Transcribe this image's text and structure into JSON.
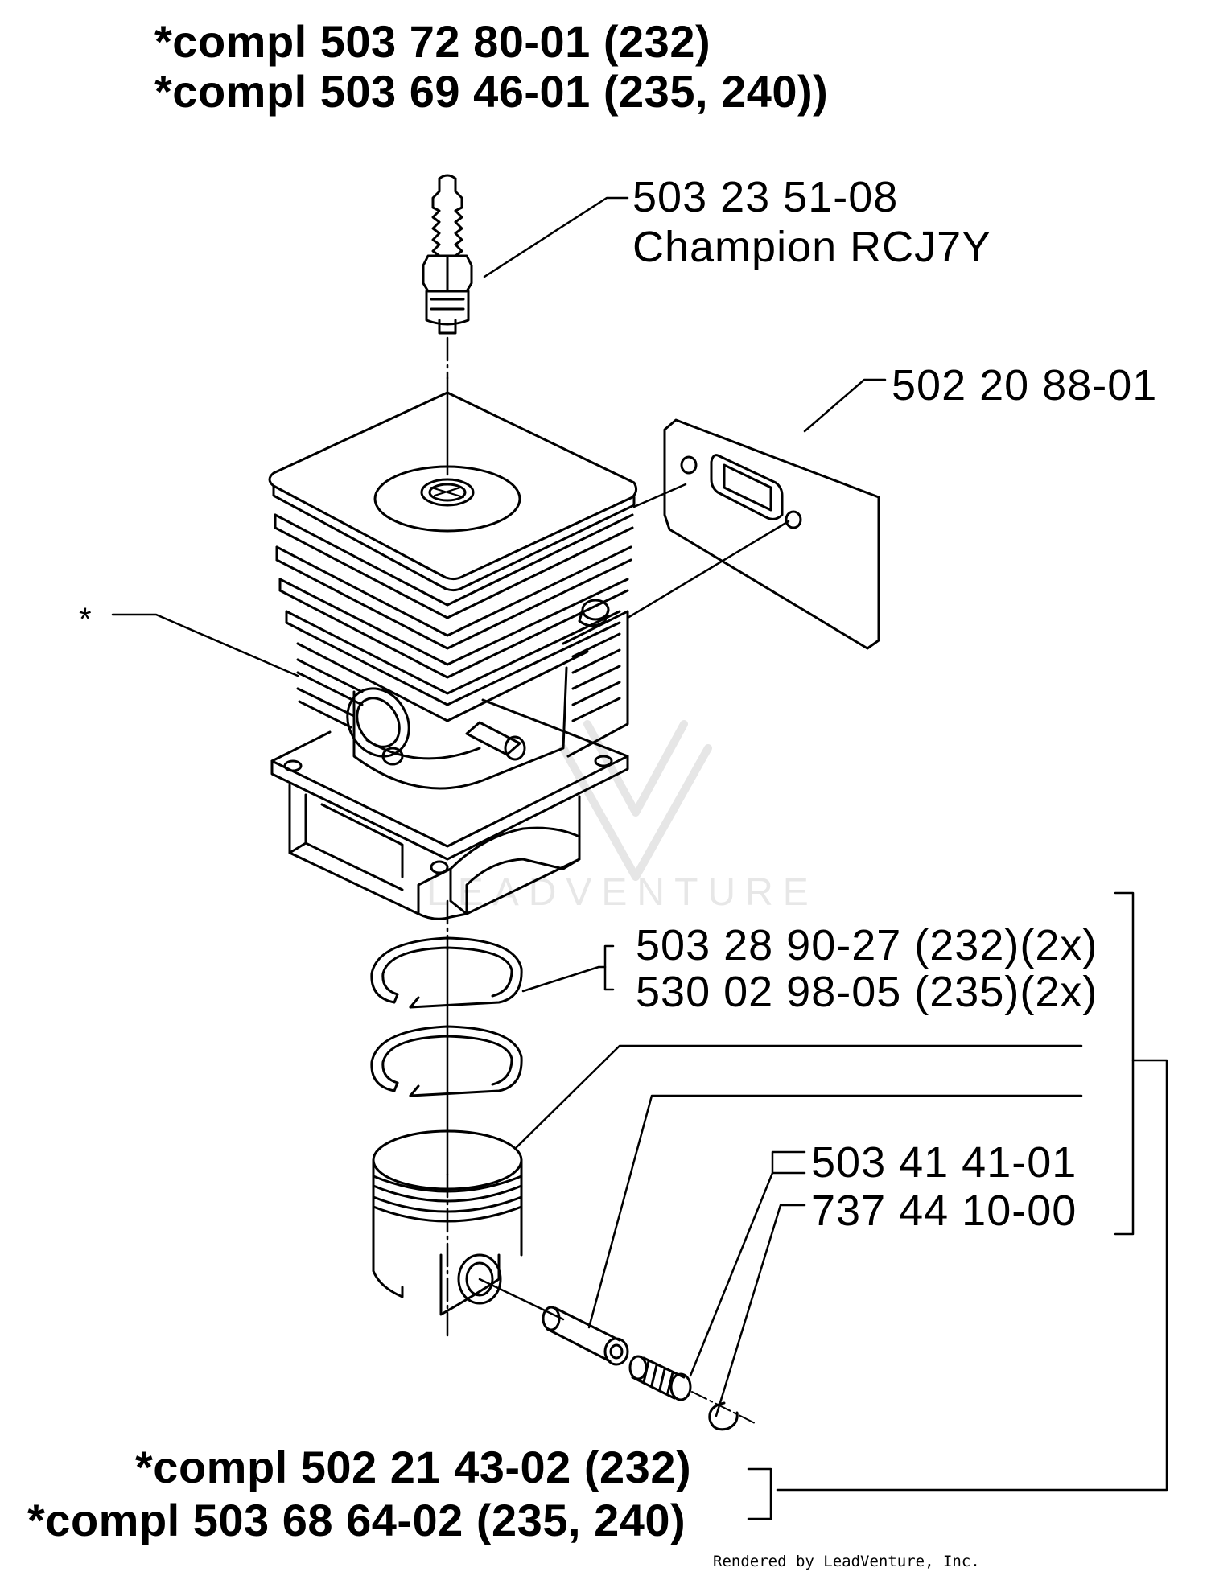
{
  "headers": {
    "top_line1": "*compl 503 72 80-01 (232)",
    "top_line2": "*compl 503 69 46-01 (235, 240))"
  },
  "callouts": {
    "spark_plug_number": "503 23 51-08",
    "spark_plug_name": "Champion RCJ7Y",
    "gasket": "502 20 88-01",
    "cylinder_asterisk": "*",
    "ring_232": "503 28 90-27 (232)(2x)",
    "ring_235": "530 02 98-05 (235)(2x)",
    "bearing_1": "503 41 41-01",
    "bearing_2": "737 44 10-00"
  },
  "footers": {
    "bottom_line1": "*compl 502 21 43-02 (232)",
    "bottom_line2": "*compl 503 68 64-02 (235, 240)"
  },
  "watermark": "LEADVENTURE",
  "credit": "Rendered by LeadVenture, Inc."
}
